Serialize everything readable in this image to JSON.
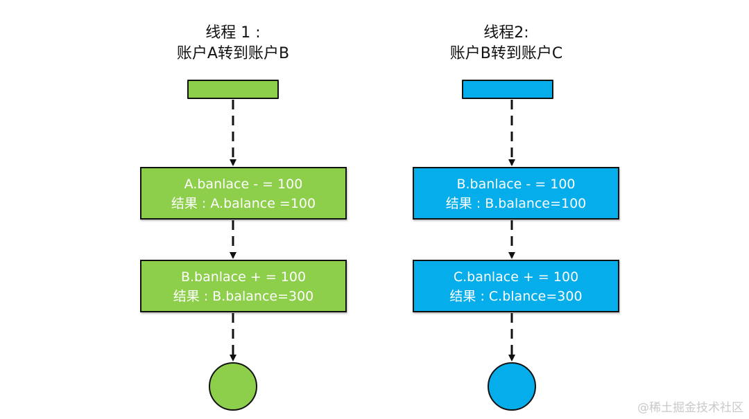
{
  "threads": [
    {
      "title_line1": "线程 1 :",
      "title_line2": "账户A转到账户B",
      "color": "#8dcf4b",
      "steps": [
        {
          "line1": "A.banlace - = 100",
          "line2": "结果 : A.balance =100"
        },
        {
          "line1": "B.banlace + = 100",
          "line2": "结果 : B.balance=300"
        }
      ]
    },
    {
      "title_line1": "线程2:",
      "title_line2": "账户B转到账户C",
      "color": "#05adea",
      "steps": [
        {
          "line1": "B.banlace - = 100",
          "line2": "结果 : B.balance=100"
        },
        {
          "line1": "C.banlace + = 100",
          "line2": "结果 : C.blance=300"
        }
      ]
    }
  ],
  "watermark": "@稀土掘金技术社区"
}
